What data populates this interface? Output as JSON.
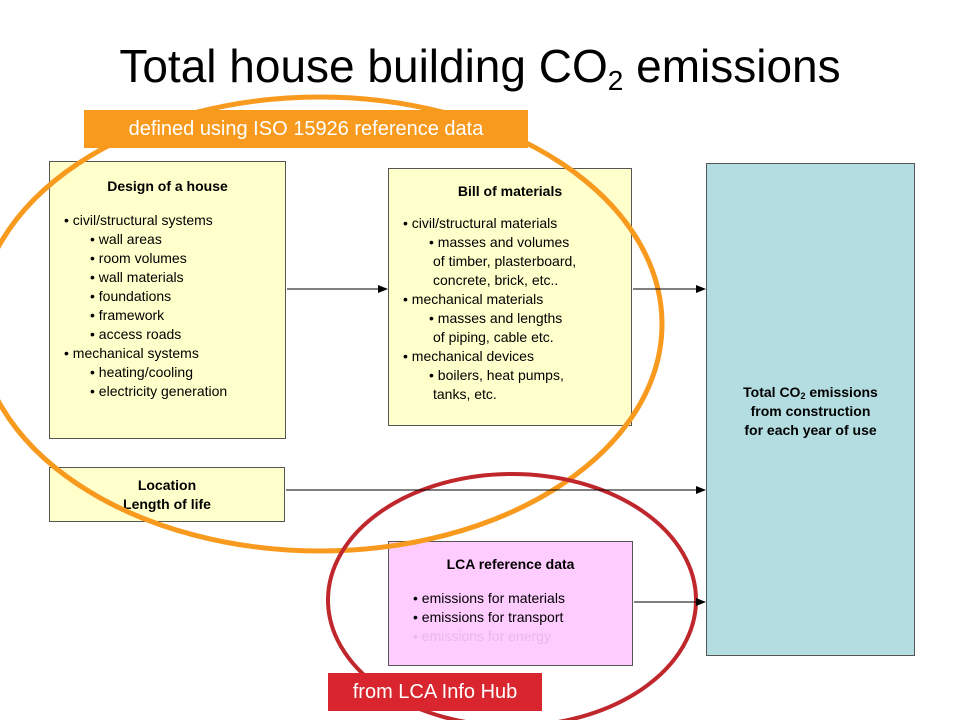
{
  "title": {
    "main": "Total house building CO",
    "sub": "2",
    "rest": " emissions"
  },
  "labels": {
    "iso": "defined using ISO 15926 reference data",
    "lca_hub": "from LCA Info Hub"
  },
  "design_box": {
    "title": "Design of a house",
    "items": [
      "• civil/structural systems",
      "•  wall areas",
      "•  room volumes",
      "•  wall materials",
      "•  foundations",
      "•  framework",
      "•  access roads",
      "• mechanical systems",
      "•  heating/cooling",
      "•  electricity generation"
    ]
  },
  "location_box": {
    "line1": "Location",
    "line2": "Length of life"
  },
  "bom_box": {
    "title": "Bill of materials",
    "items": [
      "• civil/structural materials",
      "•  masses and volumes",
      "of timber, plasterboard,",
      "concrete, brick, etc..",
      "• mechanical materials",
      "•  masses and lengths",
      "of piping, cable etc.",
      "• mechanical devices",
      "•  boilers, heat pumps,",
      "tanks, etc."
    ]
  },
  "lca_box": {
    "title": "LCA reference data",
    "items": [
      "• emissions for materials",
      "• emissions for transport",
      "• emissions for energy"
    ]
  },
  "total_box": {
    "line1_main": "Total CO",
    "line1_sub": "2",
    "line1_rest": " emissions",
    "line2": "from construction",
    "line3": "for each year of use"
  },
  "colors": {
    "orange_ellipse": "#f79a1e",
    "red_ellipse": "#c0272d",
    "yellow_box": "#ffffcc",
    "pink_box": "#ffccff",
    "teal_box": "#b4dde1",
    "orange_label": "#f79a1e",
    "red_label": "#d9262e"
  }
}
